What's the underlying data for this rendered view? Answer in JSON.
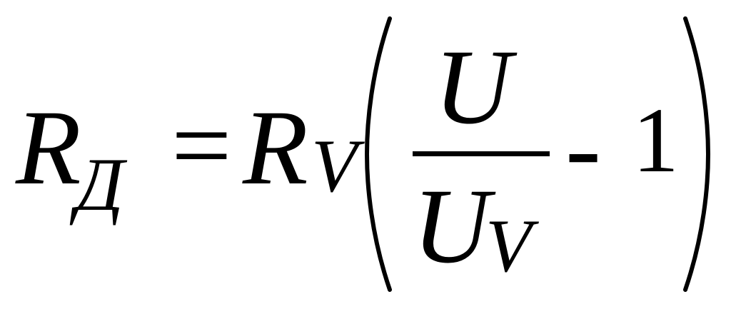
{
  "formula": {
    "lhs_variable": "R",
    "lhs_subscript": "Д",
    "equals": "=",
    "rhs_variable": "R",
    "rhs_subscript": "V",
    "numerator": "U",
    "denominator_variable": "U",
    "denominator_subscript": "V",
    "minus": "-",
    "constant": "1"
  }
}
